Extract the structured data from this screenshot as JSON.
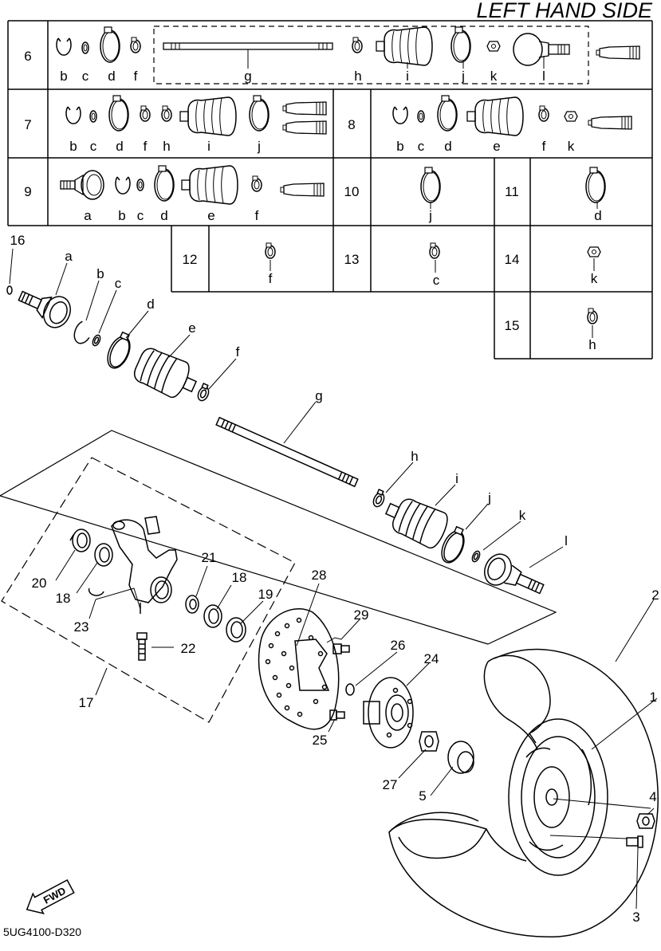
{
  "header": {
    "title": "LEFT HAND SIDE"
  },
  "footer": {
    "code": "5UG4100-D320"
  },
  "fwd_badge": "FWD",
  "table": {
    "sets": [
      {
        "no": "6",
        "letters": [
          "b",
          "c",
          "d",
          "f",
          "g",
          "h",
          "i",
          "j",
          "k",
          "l"
        ]
      },
      {
        "no": "7",
        "letters": [
          "b",
          "c",
          "d",
          "f",
          "h",
          "i",
          "j"
        ]
      },
      {
        "no": "8",
        "letters": [
          "b",
          "c",
          "d",
          "e",
          "f",
          "k"
        ]
      },
      {
        "no": "9",
        "letters": [
          "a",
          "b",
          "c",
          "d",
          "e",
          "f"
        ]
      },
      {
        "no": "10",
        "letters": [
          "j"
        ]
      },
      {
        "no": "11",
        "letters": [
          "d"
        ]
      },
      {
        "no": "12",
        "letters": [
          "f"
        ]
      },
      {
        "no": "13",
        "letters": [
          "c"
        ]
      },
      {
        "no": "14",
        "letters": [
          "k"
        ]
      },
      {
        "no": "15",
        "letters": [
          "h"
        ]
      }
    ]
  },
  "exploded": {
    "shaft_letters": [
      "a",
      "b",
      "c",
      "d",
      "e",
      "f",
      "g",
      "h",
      "i",
      "j",
      "k",
      "l"
    ],
    "part_numbers": [
      "1",
      "2",
      "3",
      "4",
      "5",
      "16",
      "17",
      "18",
      "18",
      "19",
      "20",
      "21",
      "22",
      "23",
      "24",
      "25",
      "26",
      "27",
      "28",
      "29"
    ]
  }
}
